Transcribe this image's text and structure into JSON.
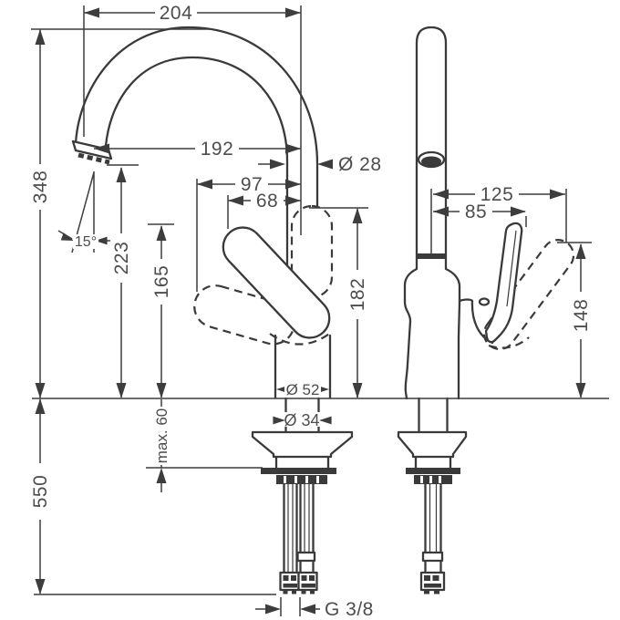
{
  "meta": {
    "title": "Kitchen faucet technical dimension drawing, side and front views",
    "background": "#ffffff",
    "line_color": "#3a3a3a",
    "text_color": "#4d4d4d"
  },
  "dimensions": {
    "side_view": {
      "top_width": "204",
      "total_height": "348",
      "spout_reach": "192",
      "spout_diameter": "Ø 28",
      "handle_reach_open": "97",
      "handle_reach": "68",
      "spray_angle": "15°",
      "outlet_height": "223",
      "handle_height": "165",
      "handle_raised_height": "182",
      "body_diameter": "Ø 52",
      "shank_diameter": "Ø 34",
      "max_mounting_depth": "max. 60",
      "hose_length": "550",
      "thread_size": "G 3/8"
    },
    "front_view": {
      "handle_tip_offset": "125",
      "handle_offset": "85",
      "handle_height": "148"
    }
  }
}
